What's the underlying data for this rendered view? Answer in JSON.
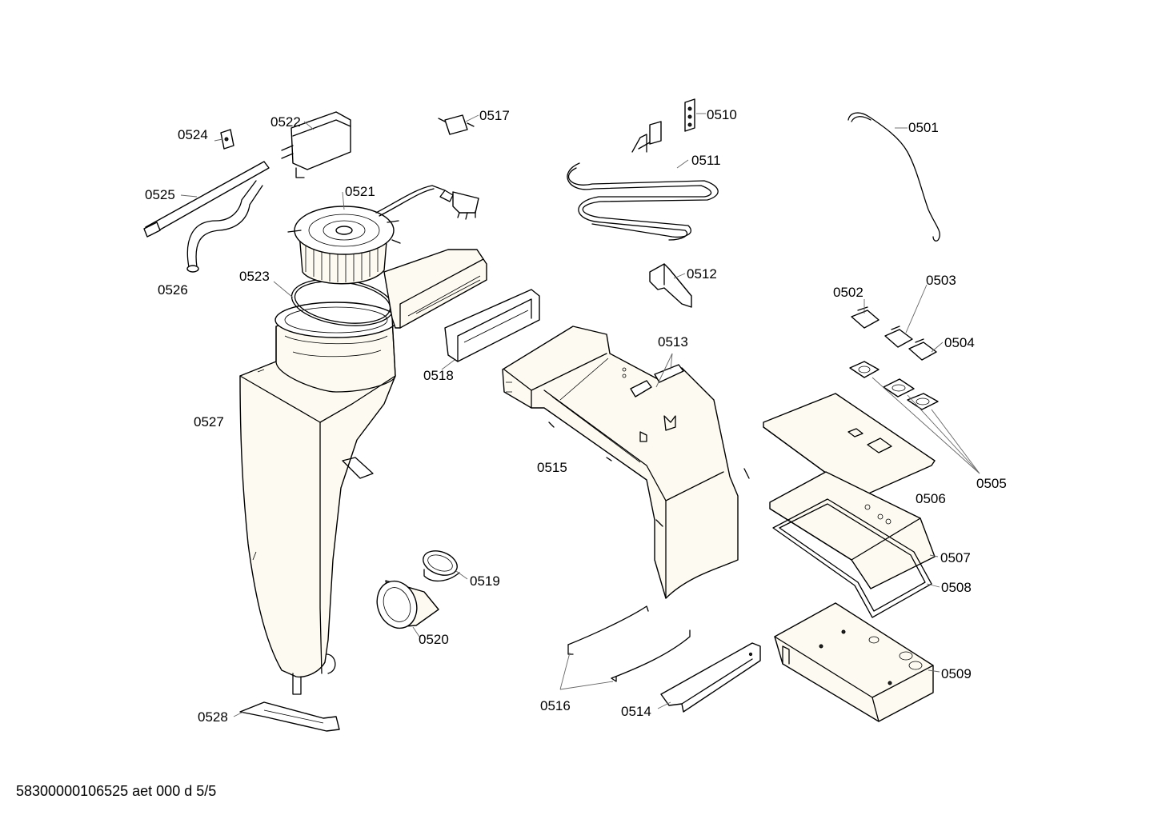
{
  "footer": "58300000106525 aet 000 d 5/5",
  "labels": {
    "p0501": "0501",
    "p0502": "0502",
    "p0503": "0503",
    "p0504": "0504",
    "p0505": "0505",
    "p0506": "0506",
    "p0507": "0507",
    "p0508": "0508",
    "p0509": "0509",
    "p0510": "0510",
    "p0511": "0511",
    "p0512": "0512",
    "p0513": "0513",
    "p0514": "0514",
    "p0515": "0515",
    "p0516": "0516",
    "p0517": "0517",
    "p0518": "0518",
    "p0519": "0519",
    "p0520": "0520",
    "p0521": "0521",
    "p0522": "0522",
    "p0523": "0523",
    "p0524": "0524",
    "p0525": "0525",
    "p0526": "0526",
    "p0527": "0527",
    "p0528": "0528"
  }
}
